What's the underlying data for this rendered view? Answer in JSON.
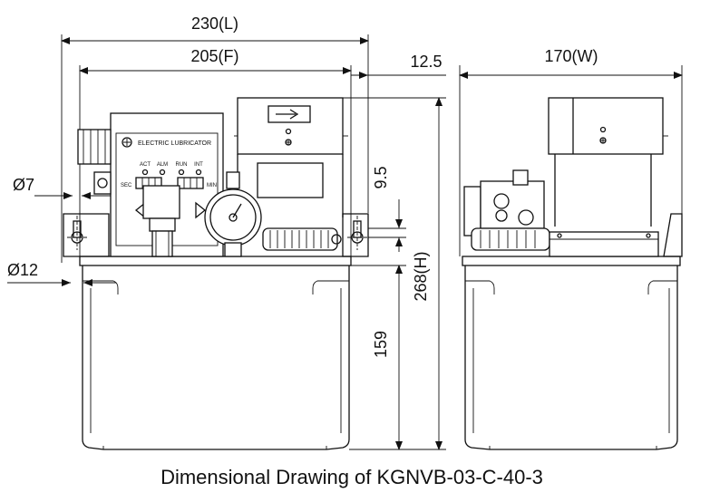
{
  "caption": "Dimensional Drawing of KGNVB-03-C-40-3",
  "dimensions": {
    "overall_length": "230(L)",
    "flange_length": "205(F)",
    "offset": "12.5",
    "width": "170(W)",
    "height": "268(H)",
    "tank_height": "159",
    "upper_offset": "9.5",
    "hole_small": "Ø7",
    "hole_large": "Ø12"
  },
  "panel": {
    "brand": "ELECTRIC LUBRICATOR",
    "indicators": [
      "ACT",
      "ALM",
      "RUN",
      "INT"
    ],
    "left_unit": "SEC",
    "right_unit": "MIN"
  }
}
